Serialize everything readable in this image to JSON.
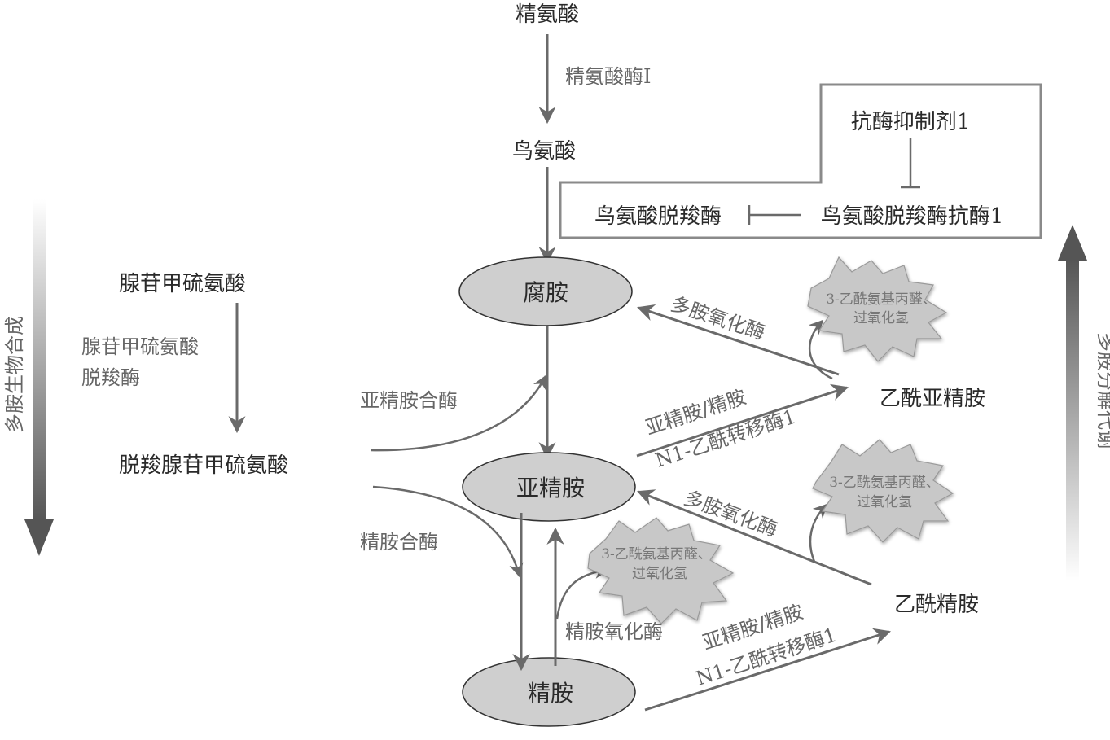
{
  "colors": {
    "ellipse_fill": "#cfcfcf",
    "arrow": "#6a6a6a",
    "dark_text": "#2a2a2a",
    "grey_text": "#666666",
    "burst_fill": "#c8c8c8"
  },
  "metabolites": {
    "arginine": "精氨酸",
    "ornithine": "鸟氨酸",
    "sam": "腺苷甲硫氨酸",
    "dcsam": "脱羧腺苷甲硫氨酸",
    "putrescine": "腐胺",
    "spermidine": "亚精胺",
    "spermine": "精胺",
    "acetyl_spermidine": "乙酰亚精胺",
    "acetyl_spermine": "乙酰精胺"
  },
  "enzymes": {
    "arginase": "精氨酸酶I",
    "samdc_line1": "腺苷甲硫氨酸",
    "samdc_line2": "脱羧酶",
    "spd_synthase": "亚精胺合酶",
    "spm_synthase": "精胺合酶",
    "spm_oxidase": "精胺氧化酶",
    "pao_upper": "多胺氧化酶",
    "pao_lower": "多胺氧化酶",
    "ssat_upper_line1": "亚精胺/精胺",
    "ssat_upper_line2": "N1-乙酰转移酶1",
    "ssat_lower_line1": "亚精胺/精胺",
    "ssat_lower_line2": "N1-乙酰转移酶1"
  },
  "byproducts": {
    "line1": "3-乙酰氨基丙醛、",
    "line2": "过氧化氢"
  },
  "regulation": {
    "antizyme_inhibitor": "抗酶抑制剂1",
    "odc": "鸟氨酸脱羧酶",
    "antizyme": "鸟氨酸脱羧酶抗酶1"
  },
  "side_labels": {
    "biosynthesis": "多胺生物合成",
    "catabolism": "多胺分解代谢"
  }
}
